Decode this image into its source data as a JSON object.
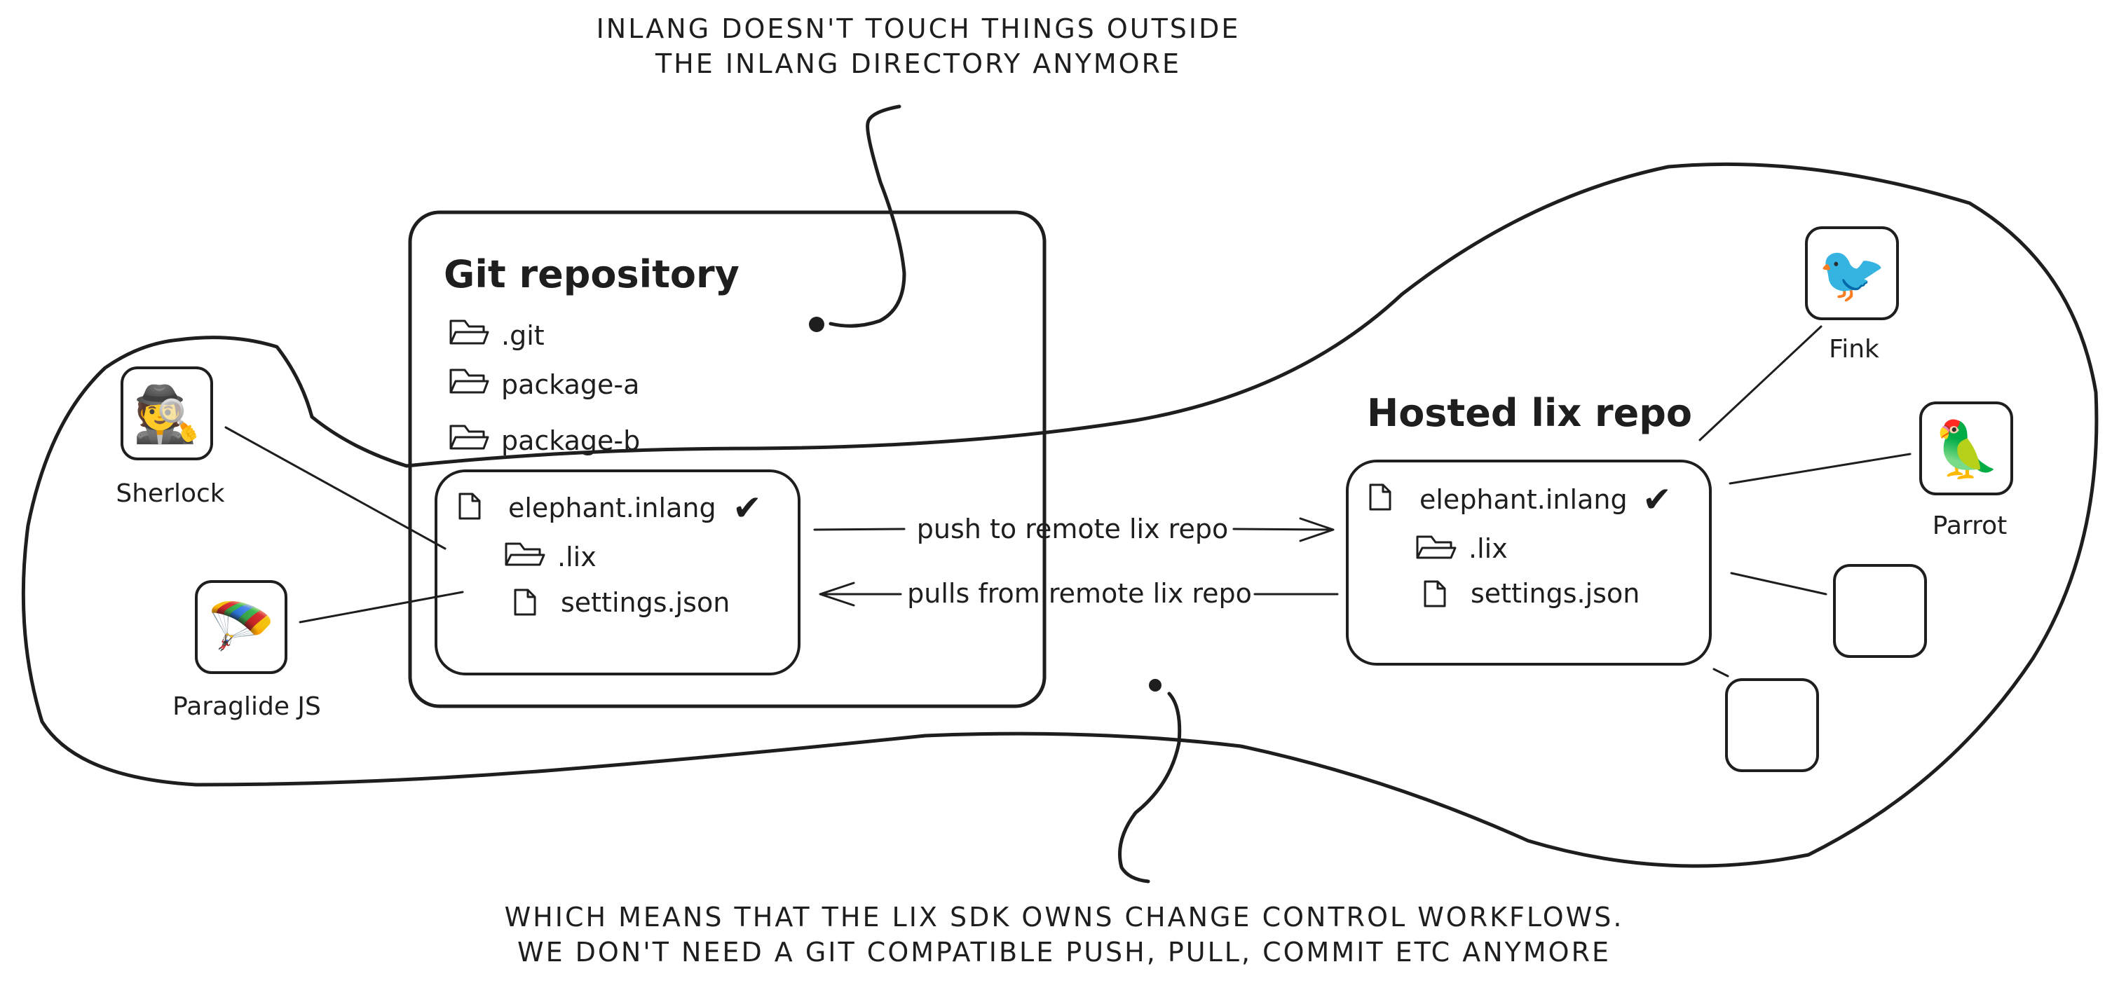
{
  "annotations": {
    "top_line1": "INLANG DOESN'T TOUCH THINGS OUTSIDE",
    "top_line2": "THE INLANG DIRECTORY ANYMORE",
    "bottom_line1": "WHICH MEANS THAT THE LIX SDK OWNS  CHANGE CONTROL WORKFLOWS.",
    "bottom_line2": "WE DON'T NEED A GIT COMPATIBLE PUSH, PULL, COMMIT ETC ANYMORE"
  },
  "git_repository": {
    "title": "Git repository",
    "folders": [
      ".git",
      "package-a",
      "package-b"
    ],
    "inlang_project": {
      "name": "elephant.inlang",
      "checkmark": "✔",
      "lix_folder": ".lix",
      "settings_file": "settings.json"
    }
  },
  "hosted_repo": {
    "title": "Hosted lix repo",
    "inlang_project": {
      "name": "elephant.inlang",
      "checkmark": "✔",
      "lix_folder": ".lix",
      "settings_file": "settings.json"
    }
  },
  "edges": {
    "push": "push to remote lix repo",
    "pull": "pulls from remote lix repo"
  },
  "apps_left": [
    {
      "name": "Sherlock",
      "icon": "detective-emoji",
      "glyph": "🕵️"
    },
    {
      "name": "Paraglide JS",
      "icon": "parachute-emoji",
      "glyph": "🪂"
    }
  ],
  "apps_right": [
    {
      "name": "Fink",
      "icon": "bird-emoji",
      "glyph": "🐦"
    },
    {
      "name": "Parrot",
      "icon": "parrot-emoji",
      "glyph": "🦜"
    }
  ],
  "colors": {
    "ink": "#1e1e1e",
    "inlang_fill": "#b2f2bb",
    "inlang_hatch": "#69db7c",
    "placeholder_fill": "#dee2e6"
  }
}
